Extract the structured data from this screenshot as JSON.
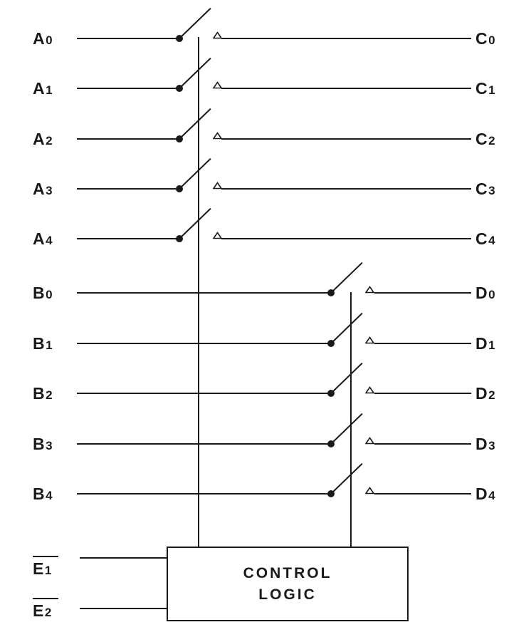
{
  "diagram_title": "bus-switch-functional-diagram",
  "colors": {
    "background": "#ffffff",
    "line": "#1a1a1a",
    "text": "#1a1a1a"
  },
  "control_box": {
    "line1": "CONTROL",
    "line2": "LOGIC"
  },
  "enables": [
    {
      "main": "E",
      "sub": "1",
      "overline": true
    },
    {
      "main": "E",
      "sub": "2",
      "overline": true
    }
  ],
  "rows": [
    {
      "in": "A",
      "in_sub": "0",
      "out": "C",
      "out_sub": "0"
    },
    {
      "in": "A",
      "in_sub": "1",
      "out": "C",
      "out_sub": "1"
    },
    {
      "in": "A",
      "in_sub": "2",
      "out": "C",
      "out_sub": "2"
    },
    {
      "in": "A",
      "in_sub": "3",
      "out": "C",
      "out_sub": "3"
    },
    {
      "in": "A",
      "in_sub": "4",
      "out": "C",
      "out_sub": "4"
    },
    {
      "in": "B",
      "in_sub": "0",
      "out": "D",
      "out_sub": "0"
    },
    {
      "in": "B",
      "in_sub": "1",
      "out": "D",
      "out_sub": "1"
    },
    {
      "in": "B",
      "in_sub": "2",
      "out": "D",
      "out_sub": "2"
    },
    {
      "in": "B",
      "in_sub": "3",
      "out": "D",
      "out_sub": "3"
    },
    {
      "in": "B",
      "in_sub": "4",
      "out": "D",
      "out_sub": "4"
    }
  ]
}
